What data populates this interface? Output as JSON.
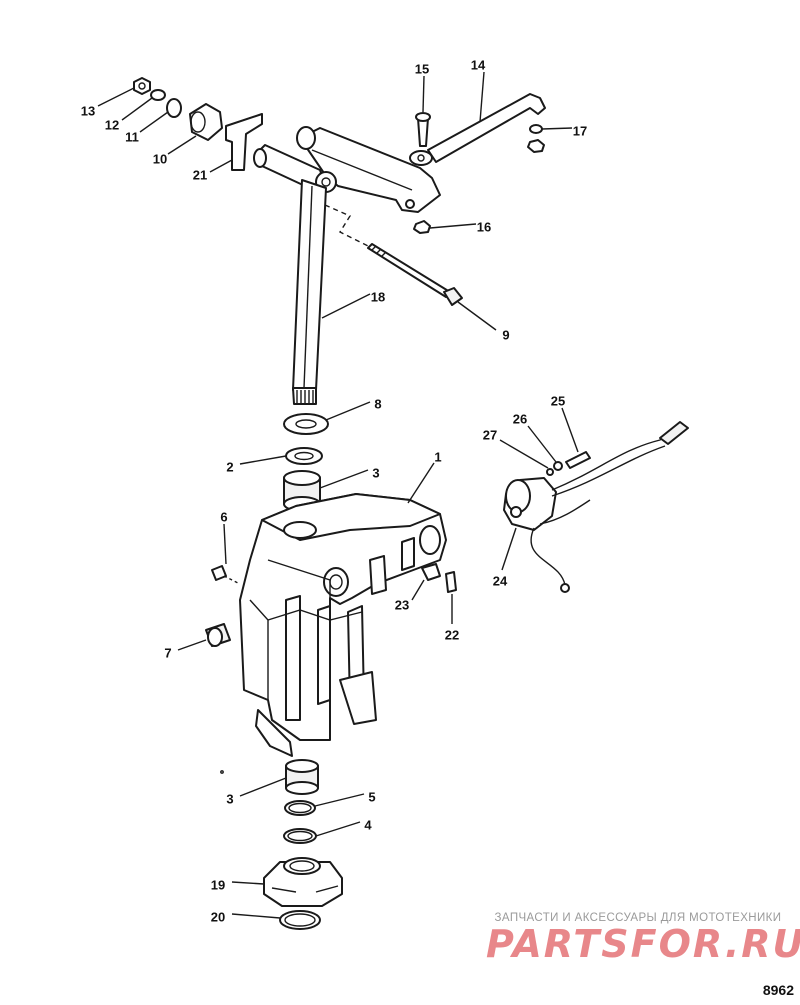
{
  "diagram": {
    "callouts": [
      {
        "id": "c1",
        "label": "1"
      },
      {
        "id": "c2",
        "label": "2"
      },
      {
        "id": "c3a",
        "label": "3"
      },
      {
        "id": "c3b",
        "label": "3"
      },
      {
        "id": "c4",
        "label": "4"
      },
      {
        "id": "c5",
        "label": "5"
      },
      {
        "id": "c6",
        "label": "6"
      },
      {
        "id": "c7",
        "label": "7"
      },
      {
        "id": "c8",
        "label": "8"
      },
      {
        "id": "c9",
        "label": "9"
      },
      {
        "id": "c10",
        "label": "10"
      },
      {
        "id": "c11",
        "label": "11"
      },
      {
        "id": "c12",
        "label": "12"
      },
      {
        "id": "c13",
        "label": "13"
      },
      {
        "id": "c14",
        "label": "14"
      },
      {
        "id": "c15",
        "label": "15"
      },
      {
        "id": "c16",
        "label": "16"
      },
      {
        "id": "c17",
        "label": "17"
      },
      {
        "id": "c18",
        "label": "18"
      },
      {
        "id": "c19",
        "label": "19"
      },
      {
        "id": "c20",
        "label": "20"
      },
      {
        "id": "c21",
        "label": "21"
      },
      {
        "id": "c22",
        "label": "22"
      },
      {
        "id": "c23",
        "label": "23"
      },
      {
        "id": "c24",
        "label": "24"
      },
      {
        "id": "c25",
        "label": "25"
      },
      {
        "id": "c26",
        "label": "26"
      },
      {
        "id": "c27",
        "label": "27"
      }
    ],
    "figure_number": "8962"
  },
  "watermark": {
    "tagline": "ЗАПЧАСТИ И АКСЕССУАРЫ ДЛЯ МОТОТЕХНИКИ",
    "brand": "PARTSFOR.RU",
    "color": "#e8878a"
  }
}
